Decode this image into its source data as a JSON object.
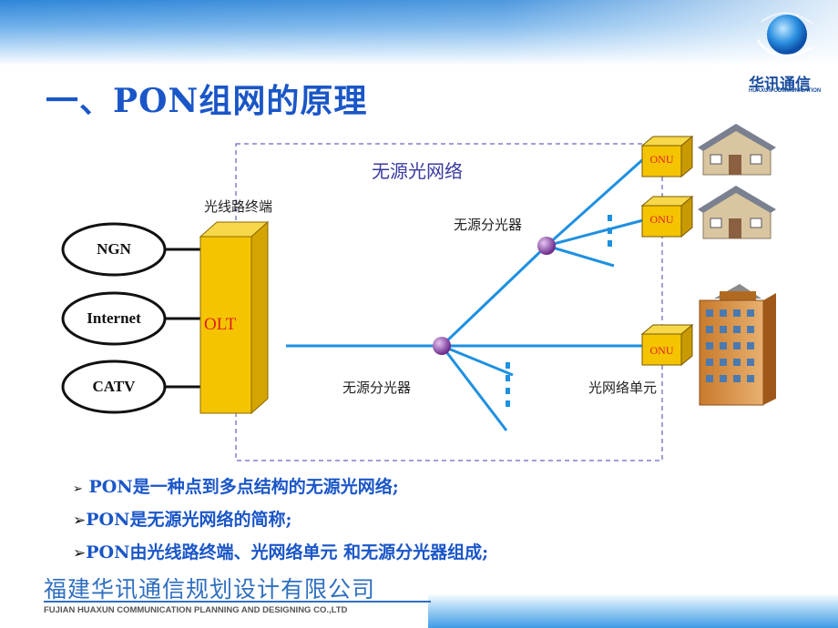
{
  "header": {
    "title": "一、PON组网的原理",
    "brand_cn": "华讯通信",
    "brand_en": "HUAXUN COMMUNICATION"
  },
  "diagram": {
    "network_label": "无源光网络",
    "olt_caption": "光线路终端",
    "olt_label": "OLT",
    "splitter_top_label": "无源分光器",
    "splitter_bottom_label": "无源分光器",
    "onu_caption": "光网络单元",
    "services": [
      "NGN",
      "Internet",
      "CATV"
    ],
    "onu_labels": [
      "ONU",
      "ONU",
      "ONU"
    ],
    "colors": {
      "line": "#1e90e0",
      "box_yellow": "#f5c400",
      "olt_text": "#e02020",
      "border_dashed": "#4040b0",
      "splitter": "#7a3a9a"
    }
  },
  "bullets": [
    {
      "arrow": "➢",
      "text": " PON是一种点到多点结构的无源光网络;"
    },
    {
      "arrow": "➢",
      "text": "PON是无源光网络的简称;"
    },
    {
      "arrow": "➢",
      "text": "PON由光线路终端、光网络单元 和无源分光器组成;"
    }
  ],
  "footer": {
    "company_cn": "福建华讯通信规划设计有限公司",
    "company_en": "FUJIAN HUAXUN COMMUNICATION PLANNING AND DESIGNING CO.,LTD"
  }
}
